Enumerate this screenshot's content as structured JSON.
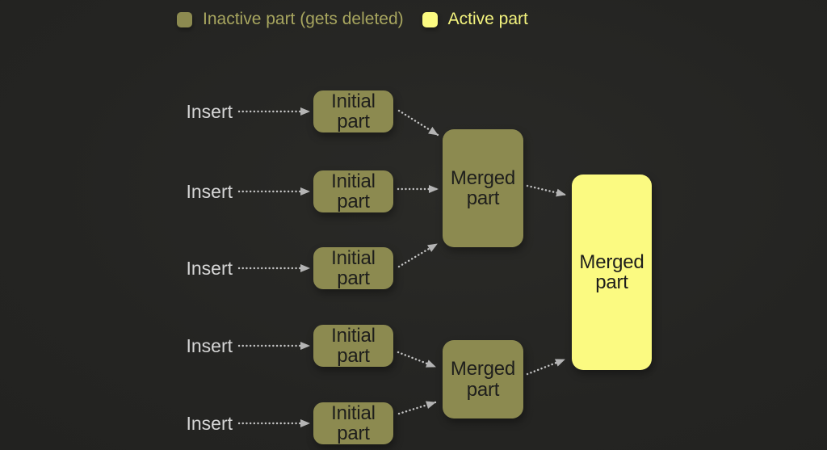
{
  "legend": {
    "items": [
      {
        "label": "Inactive part (gets deleted)"
      },
      {
        "label": "Active part"
      }
    ]
  },
  "flow": {
    "insert_rows": [
      {
        "label": "Insert",
        "node": "Initial part"
      },
      {
        "label": "Insert",
        "node": "Initial part"
      },
      {
        "label": "Insert",
        "node": "Initial part"
      },
      {
        "label": "Insert",
        "node": "Initial part"
      },
      {
        "label": "Insert",
        "node": "Initial part"
      }
    ],
    "intermediate": [
      {
        "label": "Merged part"
      },
      {
        "label": "Merged part"
      }
    ],
    "final": {
      "label": "Merged part"
    }
  },
  "colors": {
    "bg": "#242422",
    "inactive-box": "#8c8a50",
    "active-box": "#fbfa81",
    "box-text": "#1e1e1c",
    "insert-text": "#d6d6d6",
    "arrow-line": "#c6c6c6",
    "arrow-head": "#b4b4b4",
    "legend-inactive-text": "#a8a65f",
    "legend-active-text": "#f4f47e"
  }
}
